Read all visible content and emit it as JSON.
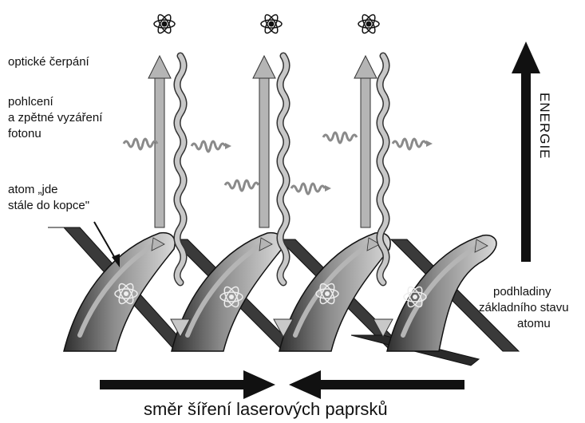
{
  "labels": {
    "optical_pumping": "optické čerpání",
    "absorption_line1": "pohlcení",
    "absorption_line2": "a zpětné vyzáření",
    "absorption_line3": "fotonu",
    "atom_line1": "atom „jde",
    "atom_line2": "stále do kopce\"",
    "ground_line1": "podhladiny",
    "ground_line2": "základního stavu",
    "ground_line3": "atomu",
    "energy": "ENERGIE",
    "beam_direction": "směr šíření laserových paprsků"
  },
  "colors": {
    "ribbon_dark": "#3a3a3a",
    "ribbon_mid": "#777777",
    "ribbon_light": "#cfcfcf",
    "arrow_gray": "#b5b5b5",
    "arrow_black": "#111111",
    "wave_gray": "#8a8a8a"
  },
  "icons": [
    "atom-icon",
    "photon-wave-icon",
    "up-arrow-icon",
    "wavy-arrow-icon"
  ]
}
